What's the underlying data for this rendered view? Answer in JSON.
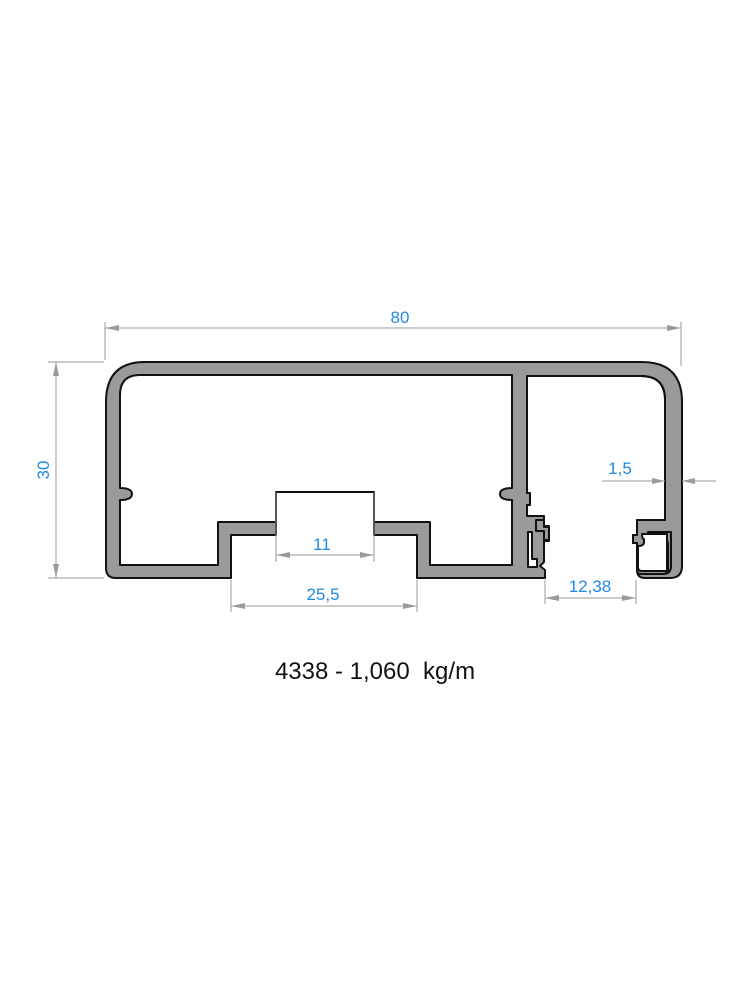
{
  "profile": {
    "code": "4338",
    "weight_text": "4338 - 1,060  kg/m",
    "colors": {
      "profile_fill": "#9a9a9a",
      "outline": "#111111",
      "dimension_text": "#1e88e5",
      "dimension_line": "#9a9a9a"
    }
  },
  "dimensions": {
    "width": "80",
    "height": "30",
    "wall": "1,5",
    "slot_inner": "11",
    "slot_outer": "25,5",
    "channel_gap": "12,38"
  }
}
